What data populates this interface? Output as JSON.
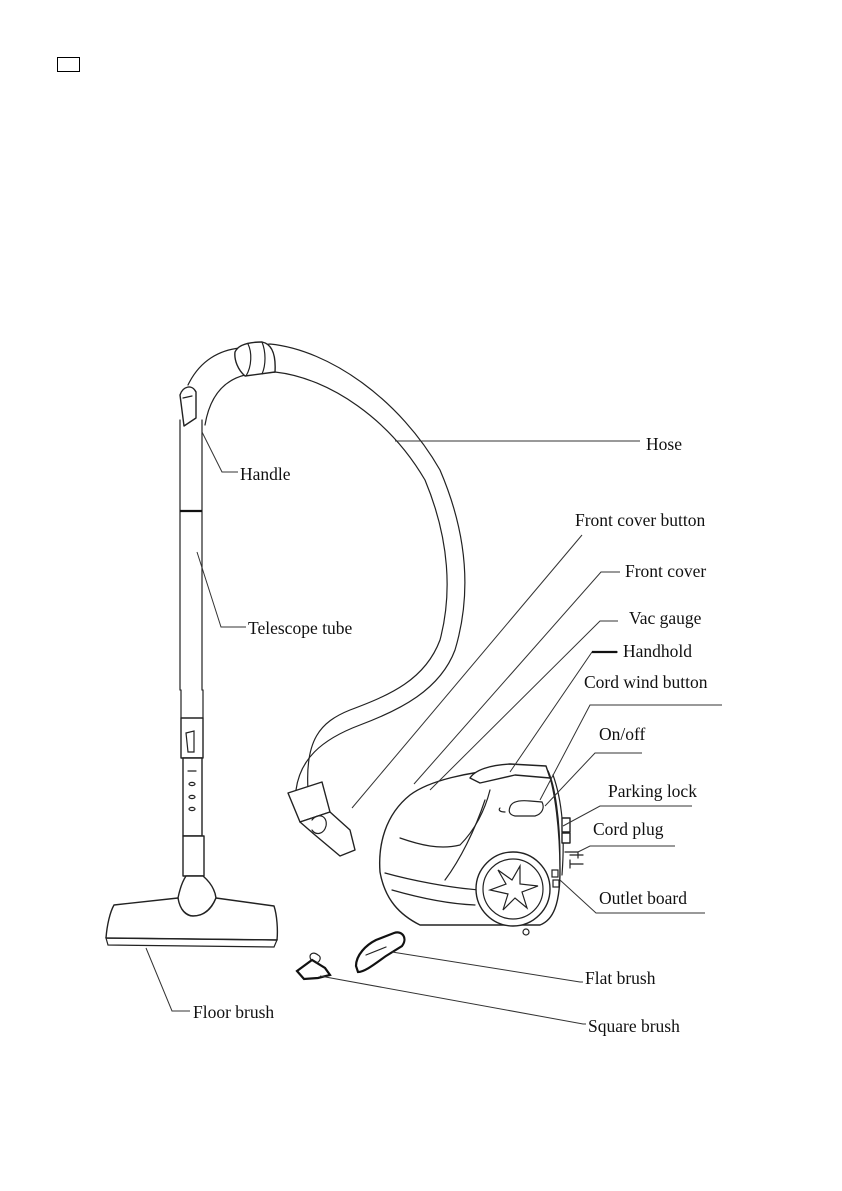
{
  "page": {
    "marker_box": "empty-rectangle"
  },
  "diagram": {
    "subject": "Canister vacuum cleaner parts",
    "labels": {
      "hose": "Hose",
      "handle": "Handle",
      "telescope_tube": "Telescope tube",
      "front_cover_button": "Front cover button",
      "front_cover": "Front cover",
      "vac_gauge": "Vac gauge",
      "handhold": "Handhold",
      "cord_wind_button": "Cord wind button",
      "on_off": "On/off",
      "parking_lock": "Parking lock",
      "cord_plug": "Cord plug",
      "outlet_board": "Outlet board",
      "flat_brush": "Flat brush",
      "square_brush": "Square brush",
      "floor_brush": "Floor brush"
    }
  }
}
